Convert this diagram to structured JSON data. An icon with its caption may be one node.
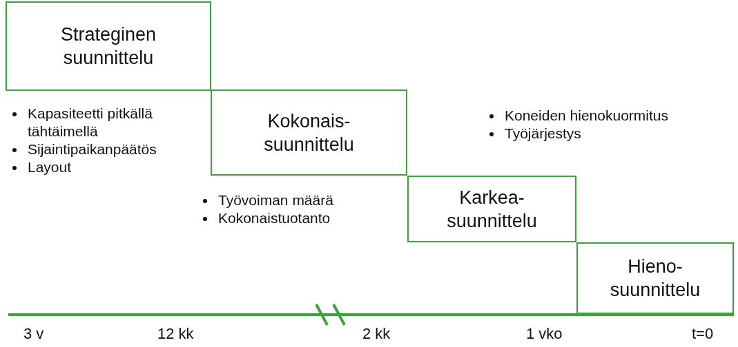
{
  "diagram": {
    "nodes": [
      {
        "text": [
          "Strateginen suunnittelu"
        ]
      },
      {
        "text": [
          "Kokonais-suunnittelu"
        ]
      },
      {
        "text": [
          "Karkea-suunnittelu"
        ]
      },
      {
        "text": [
          "Hieno-suunnittelu"
        ]
      }
    ],
    "labels": [
      "Kapasiteetti pitkällä tähtäimellä",
      "Sijaintipaikanpäätös",
      "Layout",
      "Koneiden hienokuormitus",
      "Työjärjestys",
      "Työvoiman määrä",
      "Kokonaistuotanto",
      "3 v",
      "12 kk",
      "2 kk",
      "1 vko",
      "t=0"
    ]
  }
}
